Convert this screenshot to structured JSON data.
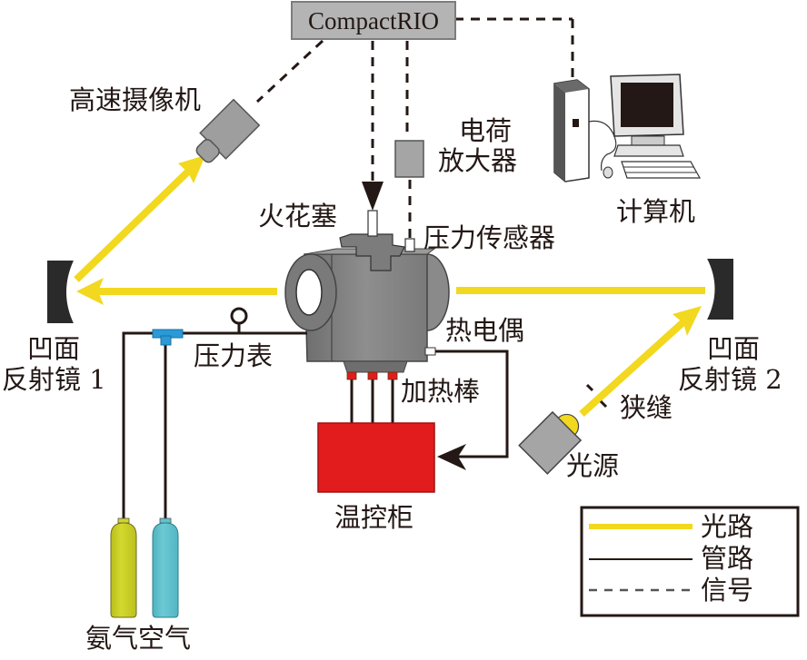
{
  "diagram": {
    "controller": {
      "label": "CompactRIO"
    },
    "camera": {
      "label": "高速摄像机"
    },
    "charge_amplifier": {
      "label_line1": "电荷",
      "label_line2": "放大器"
    },
    "computer": {
      "label": "计算机"
    },
    "spark_plug": {
      "label": "火花塞"
    },
    "pressure_sensor": {
      "label": "压力传感器"
    },
    "thermocouple": {
      "label": "热电偶"
    },
    "heating_rods": {
      "label": "加热棒"
    },
    "temperature_cabinet": {
      "label": "温控柜"
    },
    "pressure_gauge": {
      "label": "压力表"
    },
    "mirror_1": {
      "label_line1": "凹面",
      "label_line2": "反射镜 1"
    },
    "mirror_2": {
      "label_line1": "凹面",
      "label_line2": "反射镜 2"
    },
    "slit": {
      "label": "狭缝"
    },
    "light_source": {
      "label": "光源"
    },
    "gas_cylinders": {
      "label": "氨气空气",
      "ammonia": "氨气",
      "air": "空气"
    },
    "legend": {
      "items": [
        {
          "label": "光路",
          "style": "optical-path"
        },
        {
          "label": "管路",
          "style": "pipeline"
        },
        {
          "label": "信号",
          "style": "signal"
        }
      ]
    },
    "colors": {
      "optical_path": "#f2d81e",
      "pipeline": "#231815",
      "signal": "#231815",
      "chamber": "#8a8a8a",
      "cabinet": "#e21c1c",
      "ammonia_cylinder": "#cfd42a",
      "air_cylinder": "#5fc3cf",
      "tee_fitting": "#2a9ad8"
    }
  }
}
